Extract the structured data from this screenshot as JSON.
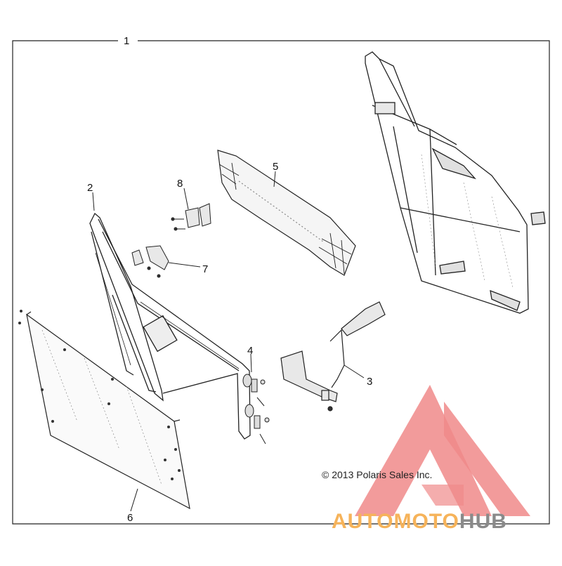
{
  "diagram": {
    "callouts": {
      "c1": "1",
      "c2": "2",
      "c3": "3",
      "c4": "4",
      "c5": "5",
      "c6": "6",
      "c7": "7",
      "c8": "8"
    },
    "copyright": "© 2013 Polaris Sales Inc."
  },
  "watermark": {
    "text_part1": "AUTOMOTO",
    "text_part2": "HUB",
    "colors": {
      "accent": "#f08a8a",
      "orange": "#f6b35a",
      "gray": "#8a8a8a"
    }
  }
}
